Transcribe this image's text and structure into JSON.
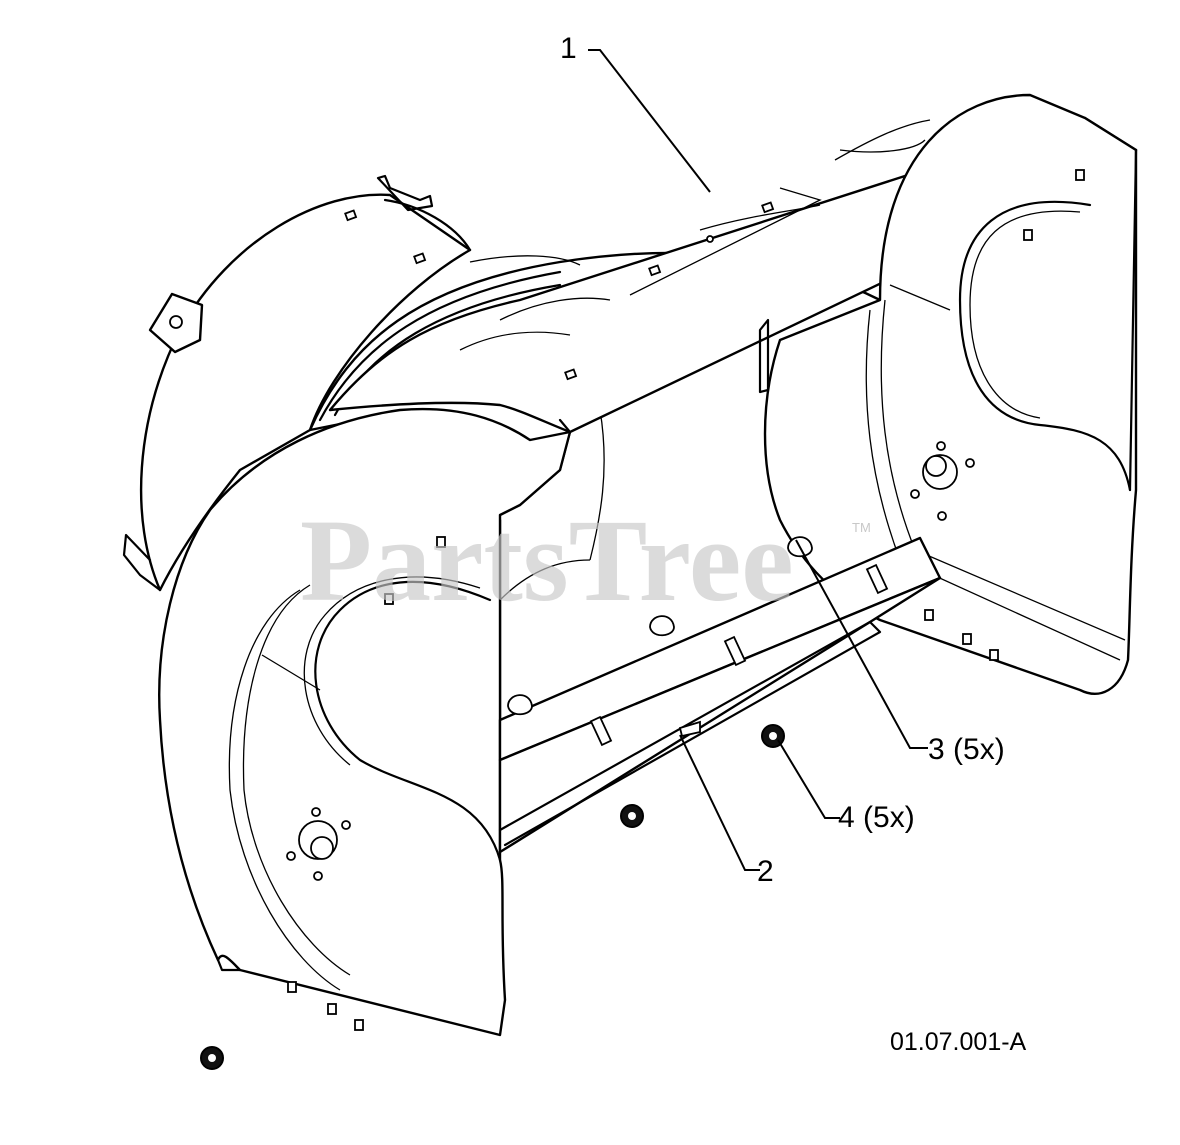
{
  "diagram": {
    "watermark": "PartsTree",
    "watermark_tm": "TM",
    "document_id": "01.07.001-A",
    "callouts": [
      {
        "id": "1",
        "label": "1"
      },
      {
        "id": "2",
        "label": "2"
      },
      {
        "id": "3",
        "label": "3 (5x)"
      },
      {
        "id": "4",
        "label": "4 (5x)"
      }
    ]
  }
}
